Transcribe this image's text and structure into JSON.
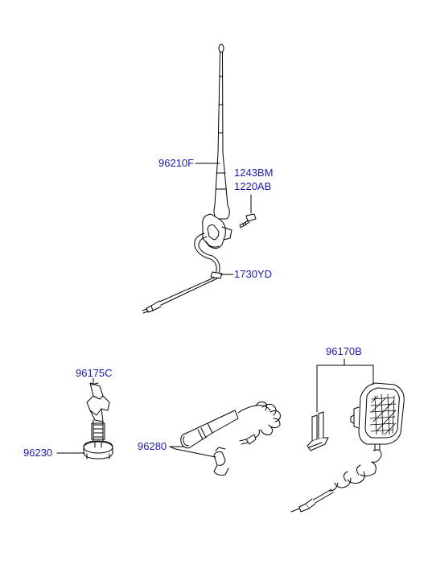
{
  "labels": {
    "antenna_mast": "96210F",
    "bolt_1": "1243BM",
    "bolt_2": "1220AB",
    "cable": "1730YD",
    "mic_clip": "96175C",
    "mic_stand": "96230",
    "microphone": "96280",
    "speaker": "96170B"
  },
  "colors": {
    "label": "#1a1aa6",
    "drawing": "#000000",
    "background": "#ffffff"
  }
}
